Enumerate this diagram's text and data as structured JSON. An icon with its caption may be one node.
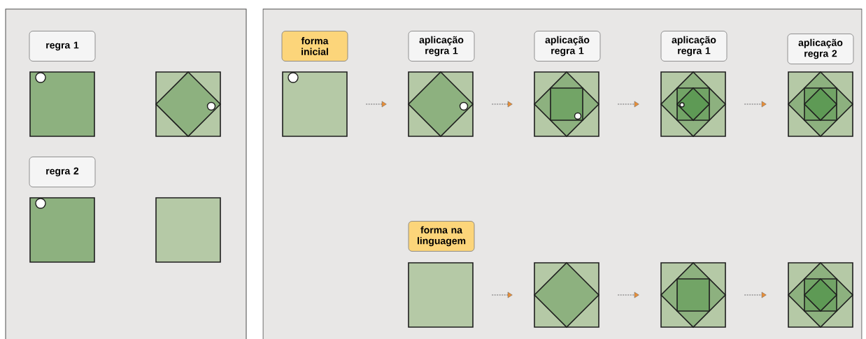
{
  "diagram": {
    "nodes": [
      {
        "text": [],
        "shape": "box"
      },
      {
        "text": [
          "regra 1"
        ],
        "in": 0
      },
      {
        "text": [],
        "shape": "picture",
        "in": 0
      },
      {
        "text": [],
        "shape": "picture",
        "in": 0
      },
      {
        "text": [
          "regra 2"
        ],
        "in": 0
      },
      {
        "text": [],
        "shape": "picture",
        "in": 0
      },
      {
        "text": [],
        "shape": "box",
        "in": 0
      },
      {
        "text": [],
        "shape": "box"
      },
      {
        "text": [
          "forma inicial"
        ],
        "in": 7
      },
      {
        "text": [
          "aplicação regra 1"
        ],
        "in": 7
      },
      {
        "text": [
          "aplicação regra 1"
        ],
        "in": 7
      },
      {
        "text": [
          "aplicação regra 1"
        ],
        "in": 7
      },
      {
        "text": [
          "aplicação regra 2"
        ],
        "in": 7
      },
      {
        "text": [],
        "shape": "picture",
        "in": 7
      },
      {
        "text": [],
        "shape": "picture",
        "in": 7
      },
      {
        "text": [],
        "shape": "picture",
        "in": 7
      },
      {
        "text": [],
        "shape": "picture",
        "in": 7
      },
      {
        "text": [],
        "shape": "picture",
        "in": 7
      },
      {
        "text": [
          "forma na linguagem"
        ],
        "in": 7
      },
      {
        "text": [],
        "shape": "box",
        "in": 7
      },
      {
        "text": [],
        "shape": "box",
        "in": 7
      },
      {
        "text": [],
        "shape": "picture",
        "in": 7
      },
      {
        "text": [],
        "shape": "picture",
        "in": 7
      }
    ],
    "edges": [
      {
        "from": 13,
        "to": 14,
        "arrow": "to",
        "style": "dashed"
      },
      {
        "from": 14,
        "to": 15,
        "arrow": "to",
        "style": "dashed"
      },
      {
        "from": 15,
        "to": 16,
        "arrow": "to",
        "style": "dashed"
      },
      {
        "from": 16,
        "to": 17,
        "arrow": "to",
        "style": "dashed"
      },
      {
        "from": 19,
        "to": 20,
        "arrow": "to",
        "style": "dashed"
      },
      {
        "from": 20,
        "to": 21,
        "arrow": "to",
        "style": "dashed"
      },
      {
        "from": 21,
        "to": 22,
        "arrow": "to",
        "style": "dashed"
      }
    ]
  }
}
